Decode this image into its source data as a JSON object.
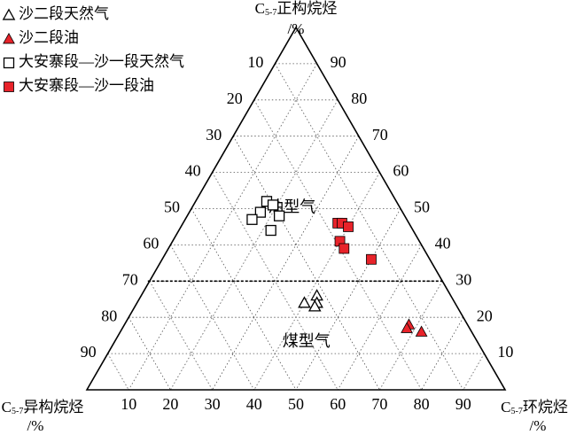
{
  "chart_data": {
    "type": "scatter",
    "subtype": "ternary",
    "axes": {
      "top": {
        "label": "正构烷烃",
        "subscript": "5-7",
        "prefix": "C",
        "unit": "/%"
      },
      "left": {
        "label": "异构烷烃",
        "subscript": "5-7",
        "prefix": "C",
        "unit": "/%"
      },
      "right": {
        "label": "环烷烃",
        "subscript": "5-7",
        "prefix": "C",
        "unit": "/%"
      }
    },
    "ticks": [
      10,
      20,
      30,
      40,
      50,
      60,
      70,
      80,
      90
    ],
    "grid": true,
    "boundary": {
      "left_value": 70,
      "right_value": 30,
      "style": "dashed"
    },
    "regions": [
      {
        "label": "油型气"
      },
      {
        "label": "煤型气"
      }
    ],
    "legend": {
      "position": "top-left"
    },
    "series": [
      {
        "name": "沙二段天然气",
        "marker": "triangle-open",
        "color": "#000000",
        "points": [
          {
            "n": 24,
            "i": 36,
            "c": 40
          },
          {
            "n": 26,
            "i": 32,
            "c": 42
          },
          {
            "n": 24,
            "i": 33,
            "c": 43
          },
          {
            "n": 23,
            "i": 34,
            "c": 43
          }
        ]
      },
      {
        "name": "沙二段油",
        "marker": "triangle-filled",
        "color": "#e8232a",
        "points": [
          {
            "n": 18,
            "i": 14,
            "c": 68
          },
          {
            "n": 17,
            "i": 15,
            "c": 68
          },
          {
            "n": 16,
            "i": 12,
            "c": 72
          }
        ]
      },
      {
        "name": "大安寨段—沙一段天然气",
        "marker": "square-open",
        "color": "#000000",
        "points": [
          {
            "n": 52,
            "i": 31,
            "c": 17
          },
          {
            "n": 49,
            "i": 34,
            "c": 17
          },
          {
            "n": 51,
            "i": 30,
            "c": 19
          },
          {
            "n": 48,
            "i": 30,
            "c": 22
          },
          {
            "n": 47,
            "i": 37,
            "c": 16
          },
          {
            "n": 44,
            "i": 34,
            "c": 22
          }
        ]
      },
      {
        "name": "大安寨段—沙一段油",
        "marker": "square-filled",
        "color": "#e8232a",
        "points": [
          {
            "n": 46,
            "i": 17,
            "c": 37
          },
          {
            "n": 46,
            "i": 16,
            "c": 38
          },
          {
            "n": 45,
            "i": 15,
            "c": 40
          },
          {
            "n": 41,
            "i": 19,
            "c": 40
          },
          {
            "n": 39,
            "i": 19,
            "c": 42
          },
          {
            "n": 36,
            "i": 14,
            "c": 50
          }
        ]
      }
    ]
  }
}
